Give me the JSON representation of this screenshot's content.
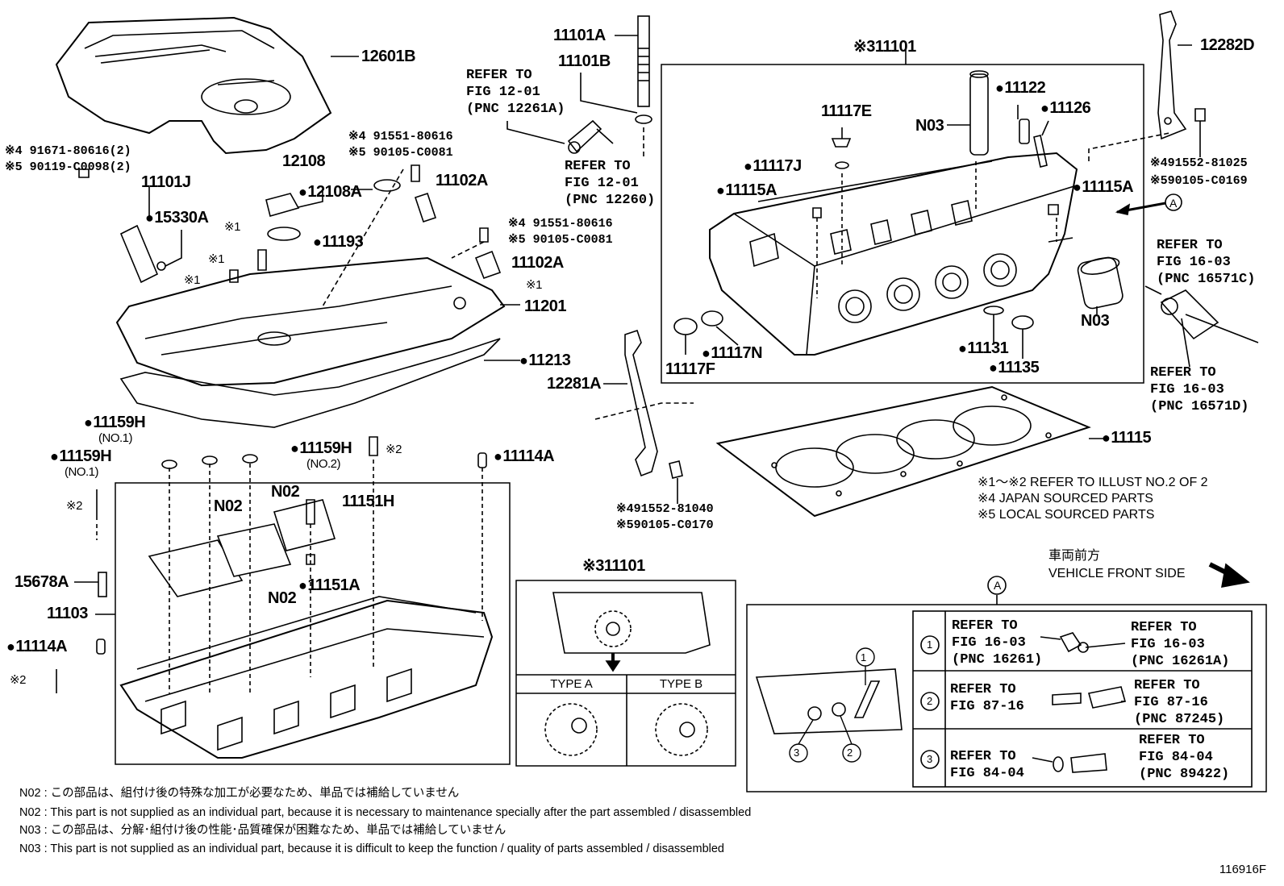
{
  "labels": {
    "cover": "12601B",
    "bolt_a": "11101A",
    "bolt_b": "11101B",
    "head_main": "11101",
    "head_main_mark": "※3",
    "clip_d": "12282D",
    "ref_top1": {
      "l1": "REFER TO",
      "l2": "FIG 12-01",
      "l3": "(PNC 12261A)"
    },
    "ref_top2": {
      "l1": "REFER TO",
      "l2": "FIG 12-01",
      "l3": "(PNC 12260)"
    },
    "sc_91671": "※4 91671-80616(2)",
    "sc_90119": "※5 90119-C0098(2)",
    "p11101J": "11101J",
    "p15330A": "15330A",
    "p12108": "12108",
    "p12108A": "12108A",
    "sc_91551_a": "※4 91551-80616",
    "sc_90105_a": "※5 90105-C0081",
    "p11102A_top": "11102A",
    "p11193": "11193",
    "sc_91551_b": "※4 91551-80616",
    "sc_90105_b": "※5 90105-C0081",
    "p11102A_mid": "11102A",
    "x1": "※1",
    "p11201": "11201",
    "p11213": "11213",
    "p11122": "11122",
    "p11126": "11126",
    "p11117E": "11117E",
    "n03_top": "N03",
    "p11117J": "11117J",
    "p11115A_l": "11115A",
    "p11115A_r": "11115A",
    "sc_91552_81025": "※491552-81025",
    "sc_90105_C0169": "※590105-C0169",
    "circ_a": "A",
    "ref_1657c": {
      "l1": "REFER TO",
      "l2": "FIG 16-03",
      "l3": "(PNC 16571C)"
    },
    "ref_1657d": {
      "l1": "REFER TO",
      "l2": "FIG 16-03",
      "l3": "(PNC 16571D)"
    },
    "n03_right": "N03",
    "p11117F": "11117F",
    "p11117N": "11117N",
    "p11131": "11131",
    "p11135": "11135",
    "p12281A": "12281A",
    "p11115": "11115",
    "sc_91552_81040": "※491552-81040",
    "sc_90105_C0170": "※590105-C0170",
    "p11159H_1a": "11159H",
    "no1": "(NO.1)",
    "p11159H_1b": "11159H",
    "p11159H_2": "11159H",
    "no2": "(NO.2)",
    "x2": "※2",
    "p11114A_r": "11114A",
    "n02": "N02",
    "p11151H": "11151H",
    "p15678A": "15678A",
    "p11103": "11103",
    "p11151A": "11151A",
    "p11114A_l": "11114A"
  },
  "legend": {
    "line1": "※1～※2  REFER TO ILLUST NO.2 OF 2",
    "line2": "※4 JAPAN SOURCED PARTS",
    "line3": "※5 LOCAL SOURCED PARTS"
  },
  "vehicle_front": {
    "jp": "車両前方",
    "en": "VEHICLE FRONT SIDE"
  },
  "inset_type": {
    "title_mark": "※3",
    "title": "11101",
    "type_a": "TYPE A",
    "type_b": "TYPE B"
  },
  "inset_a": {
    "marker": "A",
    "rows": [
      {
        "num": "1",
        "left_l1": "REFER TO",
        "left_l2": "FIG 16-03",
        "left_l3": "(PNC 16261)",
        "right_l1": "REFER TO",
        "right_l2": "FIG 16-03",
        "right_l3": "(PNC 16261A)"
      },
      {
        "num": "2",
        "left_l1": "REFER TO",
        "left_l2": "FIG 87-16",
        "left_l3": "",
        "right_l1": "REFER TO",
        "right_l2": "FIG 87-16",
        "right_l3": "(PNC 87245)"
      },
      {
        "num": "3",
        "left_l1": "REFER TO",
        "left_l2": "FIG 84-04",
        "left_l3": "",
        "right_l1": "REFER TO",
        "right_l2": "FIG 84-04",
        "right_l3": "(PNC 89422)"
      }
    ],
    "callouts": [
      "1",
      "2",
      "3"
    ]
  },
  "notes": [
    "N02 : この部品は、組付け後の特殊な加工が必要なため、単品では補給していません",
    "N02 : This part is not supplied as an individual part, because it is necessary to maintenance specially after the part assembled / disassembled",
    "N03 : この部品は、分解･組付け後の性能･品質確保が困難なため、単品では補給していません",
    "N03 : This part is not supplied as an individual part, because it is difficult to keep the function / quality of parts  assembled / disassembled"
  ],
  "figure_id": "116916F"
}
